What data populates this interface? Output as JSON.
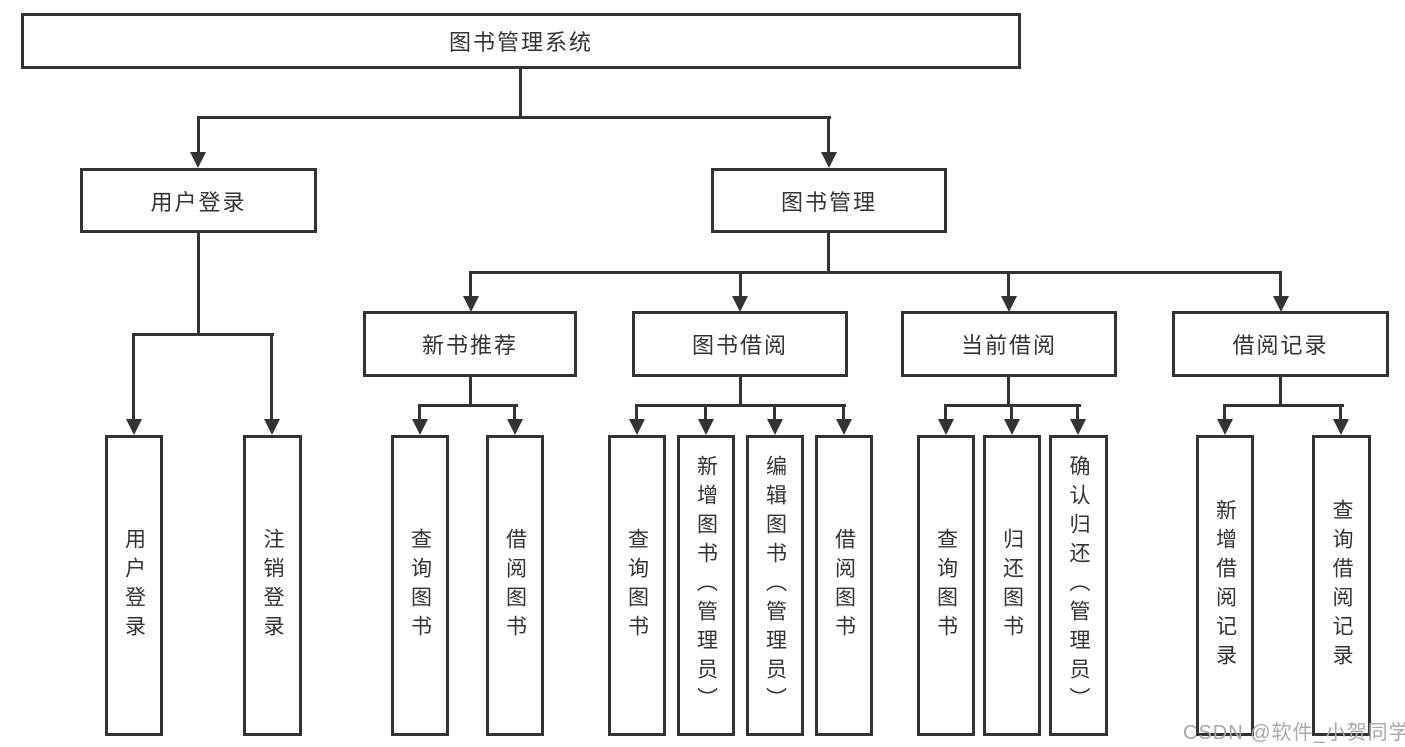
{
  "nodes": {
    "root": "图书管理系统",
    "user_login": "用户登录",
    "book_management": "图书管理",
    "new_book_recommend": "新书推荐",
    "book_borrow": "图书借阅",
    "current_borrow": "当前借阅",
    "borrow_records": "借阅记录",
    "leaf_user_login": "用户登录",
    "leaf_logout": "注销登录",
    "leaf_nb_query_books": "查询图书",
    "leaf_nb_borrow_books": "借阅图书",
    "leaf_bb_query_books": "查询图书",
    "leaf_bb_add_books": "新增图书（管理员）",
    "leaf_bb_edit_books": "编辑图书（管理员）",
    "leaf_bb_borrow_books": "借阅图书",
    "leaf_cb_query_books": "查询图书",
    "leaf_cb_return_books": "归还图书",
    "leaf_cb_confirm_return": "确认归还（管理员）",
    "leaf_br_add_record": "新增借阅记录",
    "leaf_br_query_record": "查询借阅记录"
  },
  "watermark": "CSDN @软件_小贺同学",
  "colors": {
    "line": "#333333",
    "text": "#333333",
    "box_background": "#ffffff",
    "watermark": "#a8a8a8",
    "page_background": "#ffffff"
  }
}
